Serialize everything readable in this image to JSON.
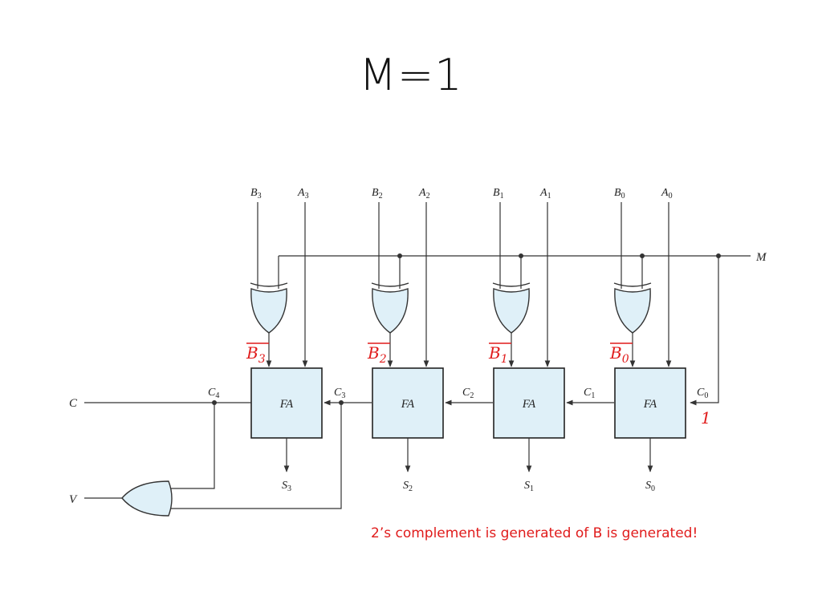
{
  "title": "M=1",
  "note": "2’s complement is generated of B is generated!",
  "colors": {
    "gate_fill": "#dff0f8",
    "wire": "#333333",
    "annotation": "#e01b1b"
  },
  "stages": [
    {
      "b": "B",
      "b_sub": "3",
      "a": "A",
      "a_sub": "3",
      "bbar": "B",
      "bbar_sub": "3",
      "fa": "FA",
      "s": "S",
      "s_sub": "3"
    },
    {
      "b": "B",
      "b_sub": "2",
      "a": "A",
      "a_sub": "2",
      "bbar": "B",
      "bbar_sub": "2",
      "fa": "FA",
      "s": "S",
      "s_sub": "2"
    },
    {
      "b": "B",
      "b_sub": "1",
      "a": "A",
      "a_sub": "1",
      "bbar": "B",
      "bbar_sub": "1",
      "fa": "FA",
      "s": "S",
      "s_sub": "1"
    },
    {
      "b": "B",
      "b_sub": "0",
      "a": "A",
      "a_sub": "0",
      "bbar": "B",
      "bbar_sub": "0",
      "fa": "FA",
      "s": "S",
      "s_sub": "0"
    }
  ],
  "carries": [
    {
      "c": "C",
      "sub": "4"
    },
    {
      "c": "C",
      "sub": "3"
    },
    {
      "c": "C",
      "sub": "2"
    },
    {
      "c": "C",
      "sub": "1"
    },
    {
      "c": "C",
      "sub": "0"
    }
  ],
  "m_label": "M",
  "c_label": "C",
  "v_label": "V",
  "carry_in_value": "1"
}
